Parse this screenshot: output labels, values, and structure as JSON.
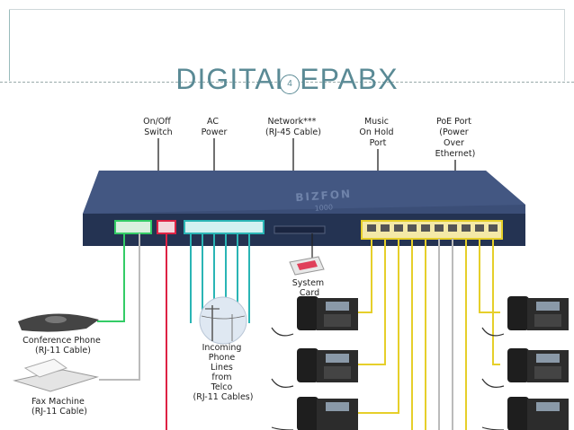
{
  "slide": {
    "title": "DIGITAL EPABX",
    "page_number": "4"
  },
  "diagram": {
    "top_labels": [
      {
        "lines": [
          "On/Off",
          "Switch"
        ]
      },
      {
        "lines": [
          "AC",
          "Power"
        ]
      },
      {
        "lines": [
          "Network***",
          "(RJ-45 Cable)"
        ]
      },
      {
        "lines": [
          "Music",
          "On Hold",
          "Port"
        ]
      },
      {
        "lines": [
          "PoE Port",
          "(Power",
          "Over",
          "Ethernet)"
        ]
      }
    ],
    "device_brand": "BIZFON",
    "device_model": "1000",
    "system_card": [
      "System",
      "Card"
    ],
    "conference_phone": [
      "Conference Phone",
      "(RJ-11 Cable)"
    ],
    "fax_machine": [
      "Fax Machine",
      "(RJ-11 Cable)"
    ],
    "incoming_lines": [
      "Incoming",
      "Phone",
      "Lines",
      "from",
      "Telco",
      "(RJ-11 Cables)"
    ],
    "colors": {
      "title": "#5a8a95",
      "green_cable": "#33cc66",
      "red_cable": "#dd2244",
      "teal_cable": "#2ab5b5",
      "yellow_cable": "#e6cf2a",
      "gray_cable": "#bbbbbb",
      "device_body": "#2e3f63"
    }
  }
}
